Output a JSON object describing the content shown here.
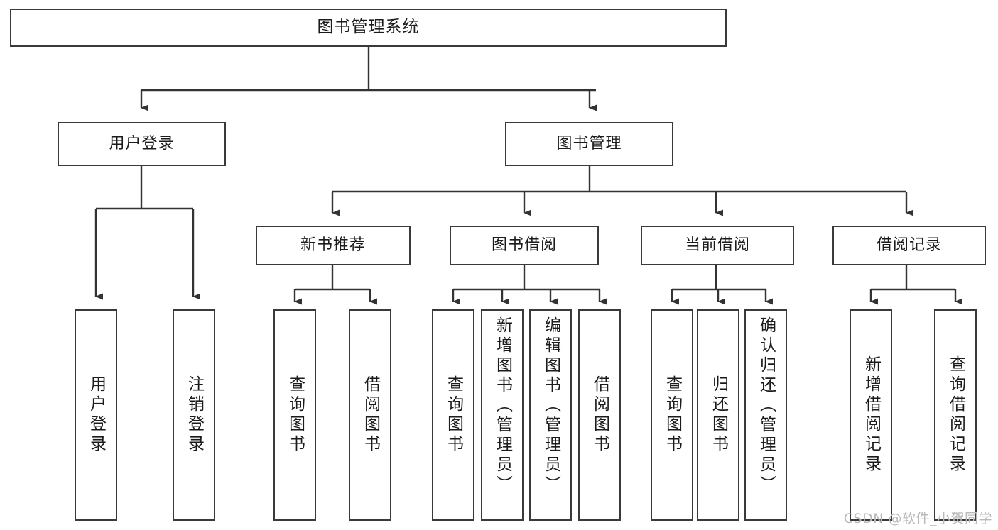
{
  "diagram": {
    "type": "tree-hierarchy-chart",
    "title": "图书管理系统",
    "line_color": "#3a3a3a",
    "box_fill": "#ffffff",
    "text_color": "#1b1b1b",
    "watermark": "CSDN @软件_小贺同学",
    "levels": {
      "root": {
        "label": "图书管理系统"
      },
      "level2": [
        {
          "label": "用户登录"
        },
        {
          "label": "图书管理"
        }
      ],
      "level3": [
        {
          "label": "新书推荐"
        },
        {
          "label": "图书借阅"
        },
        {
          "label": "当前借阅"
        },
        {
          "label": "借阅记录"
        }
      ],
      "leaves": {
        "user_login": [
          {
            "label": "用户登录"
          },
          {
            "label": "注销登录"
          }
        ],
        "new_book_recommend": [
          {
            "label": "查询图书"
          },
          {
            "label": "借阅图书"
          }
        ],
        "book_borrow": [
          {
            "label": "查询图书"
          },
          {
            "label": "新增图书（管理员）"
          },
          {
            "label": "编辑图书（管理员）"
          },
          {
            "label": "借阅图书"
          }
        ],
        "current_borrow": [
          {
            "label": "查询图书"
          },
          {
            "label": "归还图书"
          },
          {
            "label": "确认归还（管理员）"
          }
        ],
        "borrow_record": [
          {
            "label": "新增借阅记录"
          },
          {
            "label": "查询借阅记录"
          }
        ]
      }
    }
  }
}
